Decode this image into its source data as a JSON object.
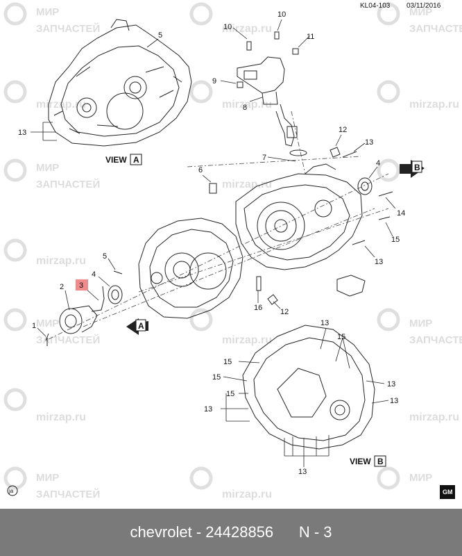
{
  "header": {
    "code": "KL04-103",
    "date": "03/11/2016"
  },
  "watermark": {
    "line1": "МИР",
    "line2": "ЗАПЧАСТЕЙ",
    "url": "mirzap.ru"
  },
  "views": {
    "view_a": "VIEW",
    "view_a_letter": "A",
    "view_b": "VIEW",
    "view_b_letter": "B"
  },
  "arrows": {
    "a": "A",
    "b": "B"
  },
  "callouts": {
    "c1": "1",
    "c2": "2",
    "c3": "3",
    "c4a": "4",
    "c4b": "4",
    "c5a": "5",
    "c5b": "5",
    "c6": "6",
    "c7": "7",
    "c8": "8",
    "c9": "9",
    "c10a": "10",
    "c10b": "10",
    "c11": "11",
    "c12a": "12",
    "c12b": "12",
    "c13a": "13",
    "c13b": "13",
    "c13c": "13",
    "c13d": "13",
    "c13e": "13",
    "c13f": "13",
    "c13g": "13",
    "c14": "14",
    "c15a": "15",
    "c15b": "15",
    "c15c": "15",
    "c15d": "15",
    "c15e": "15",
    "c16": "16"
  },
  "highlight": {
    "callout": "3",
    "color": "#f08b8b"
  },
  "badges": {
    "ja": "ja",
    "gm": "GM"
  },
  "footer": {
    "brand": "chevrolet",
    "sep": " - ",
    "part_number": "24428856",
    "position": "N - 3"
  }
}
